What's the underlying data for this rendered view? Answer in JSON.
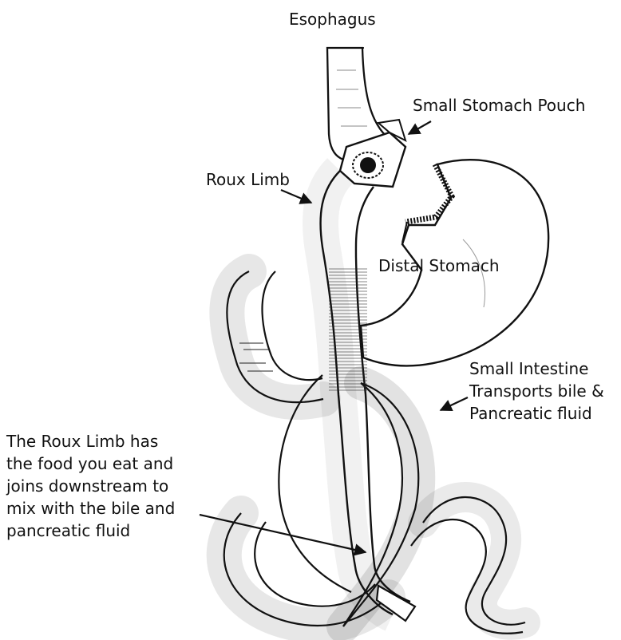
{
  "labels": {
    "esophagus": "Esophagus",
    "small_stomach_pouch": "Small Stomach Pouch",
    "roux_limb": "Roux Limb",
    "distal_stomach": "Distal Stomach",
    "small_intestine": [
      "Small Intestine",
      "Transports bile &",
      "Pancreatic fluid"
    ],
    "roux_note": [
      "The Roux Limb has",
      "the food you eat and",
      "joins downstream to",
      "mix with the bile and",
      "pancreatic fluid"
    ]
  },
  "style": {
    "ink": "#111111",
    "background": "#ffffff"
  }
}
